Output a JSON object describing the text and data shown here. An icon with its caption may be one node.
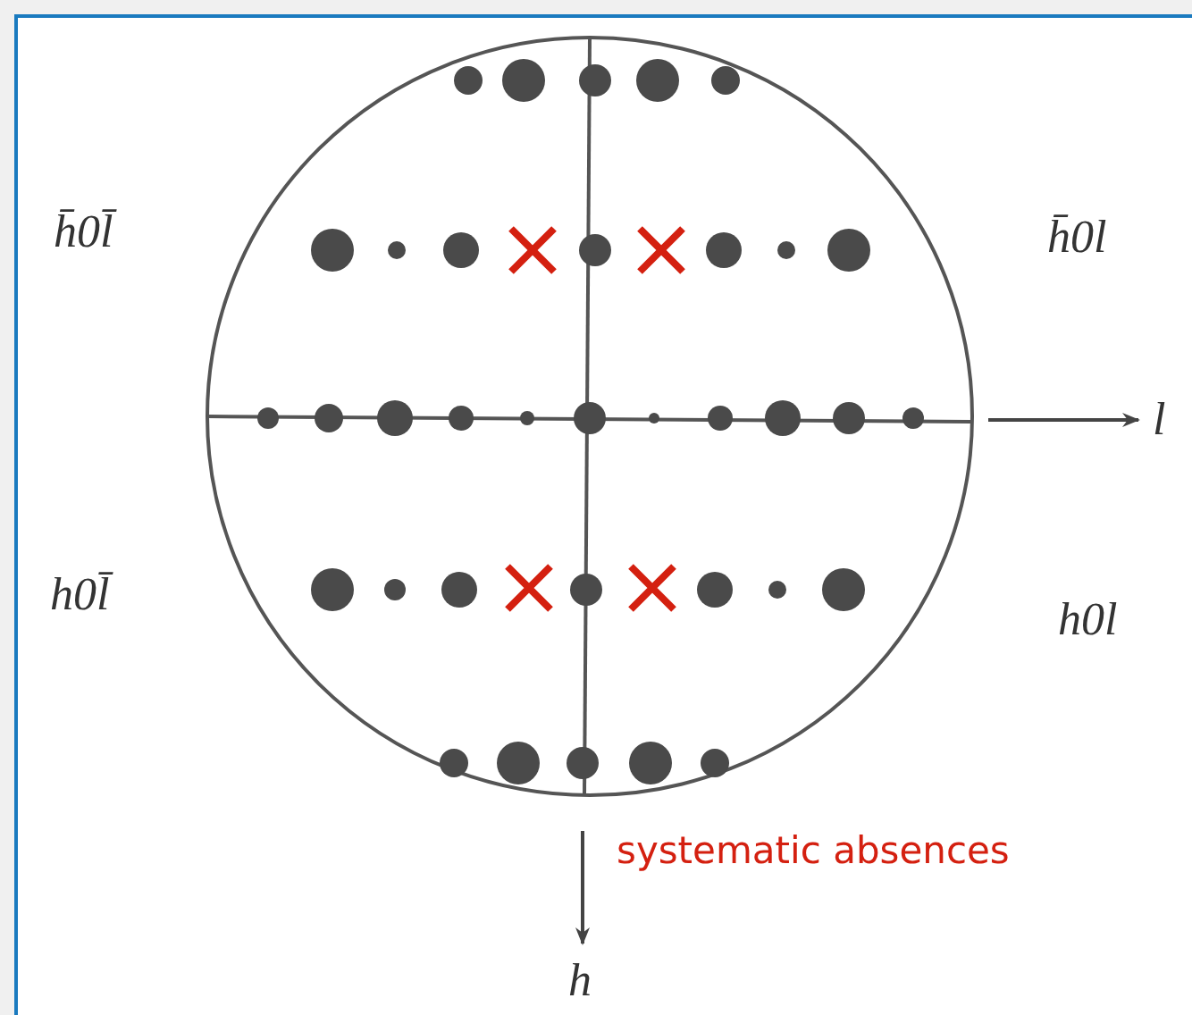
{
  "diagram": {
    "labels": [
      "h̄0l̄",
      "h̄0l",
      "l",
      "h0l̄",
      "h0l",
      "systematic absences",
      "h"
    ]
  }
}
